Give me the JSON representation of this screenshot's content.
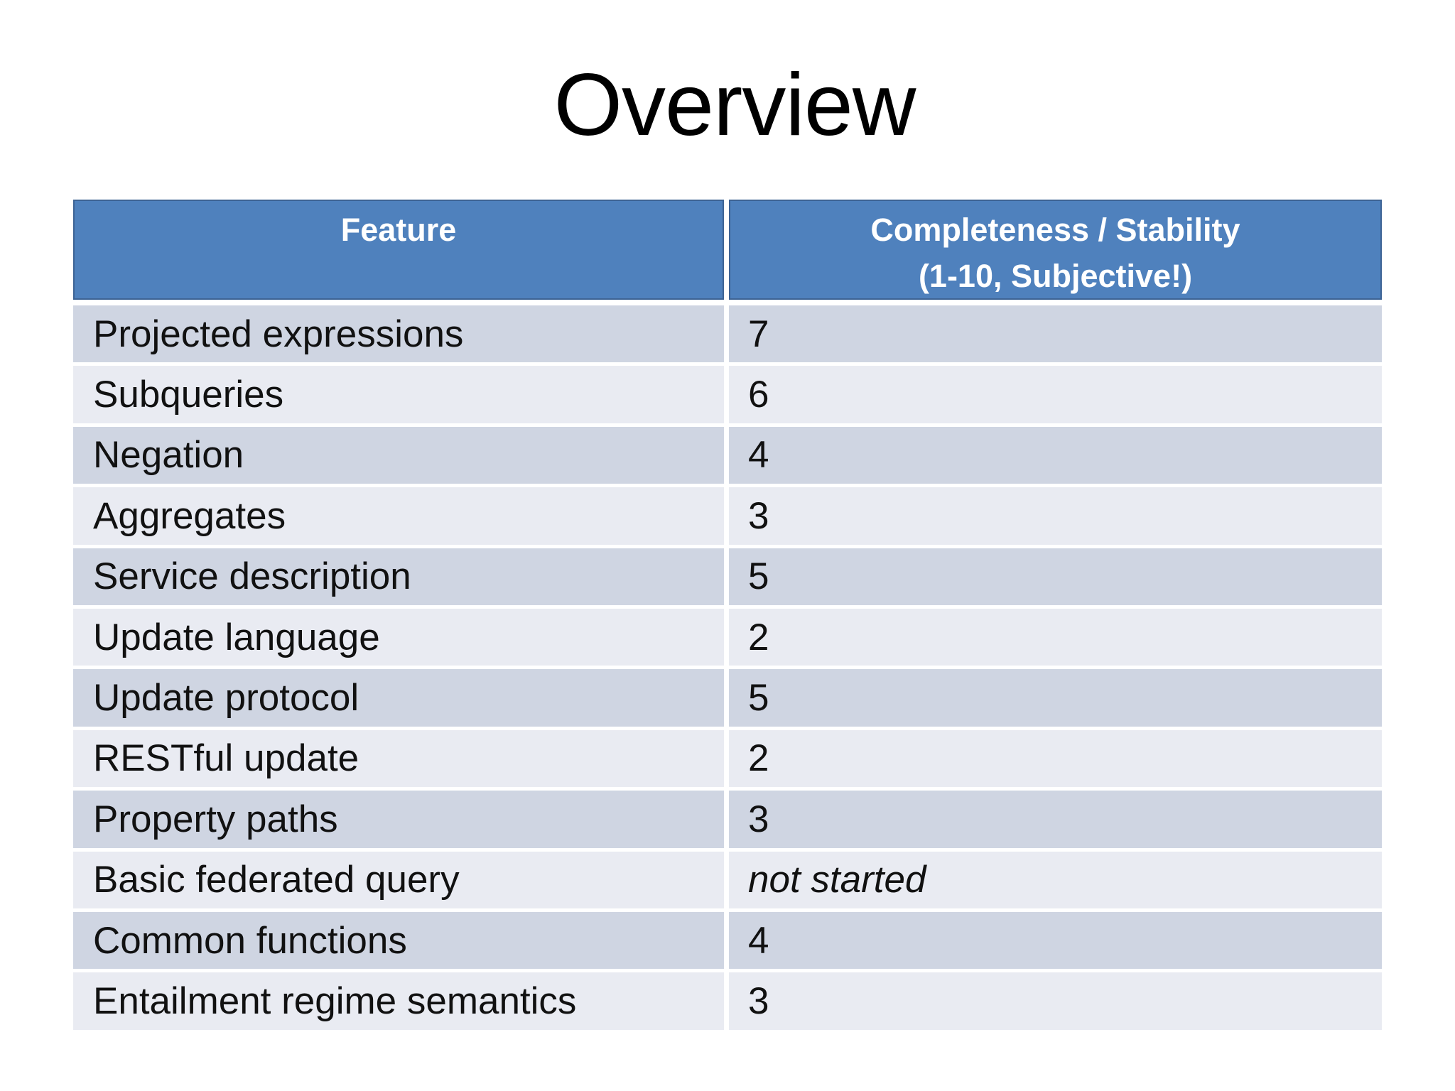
{
  "title": "Overview",
  "table": {
    "header": {
      "col1": "Feature",
      "col2_line1": "Completeness / Stability",
      "col2_line2": "(1-10, Subjective!)"
    },
    "rows": [
      {
        "feature": "Projected expressions",
        "value": "7",
        "italic": false
      },
      {
        "feature": "Subqueries",
        "value": "6",
        "italic": false
      },
      {
        "feature": "Negation",
        "value": "4",
        "italic": false
      },
      {
        "feature": "Aggregates",
        "value": "3",
        "italic": false
      },
      {
        "feature": "Service description",
        "value": "5",
        "italic": false
      },
      {
        "feature": "Update language",
        "value": "2",
        "italic": false
      },
      {
        "feature": "Update protocol",
        "value": "5",
        "italic": false
      },
      {
        "feature": "RESTful update",
        "value": "2",
        "italic": false
      },
      {
        "feature": "Property paths",
        "value": "3",
        "italic": false
      },
      {
        "feature": "Basic federated query",
        "value": "not started",
        "italic": true
      },
      {
        "feature": "Common functions",
        "value": "4",
        "italic": false
      },
      {
        "feature": "Entailment regime semantics",
        "value": "3",
        "italic": false
      }
    ]
  },
  "colors": {
    "background": "#FFFFFF",
    "header_bg": "#4F81BD",
    "header_border": "#3D6394",
    "header_text": "#FFFFFF",
    "row_dark": "#CFD5E2",
    "row_light": "#E9EBF2",
    "body_text": "#111111"
  }
}
